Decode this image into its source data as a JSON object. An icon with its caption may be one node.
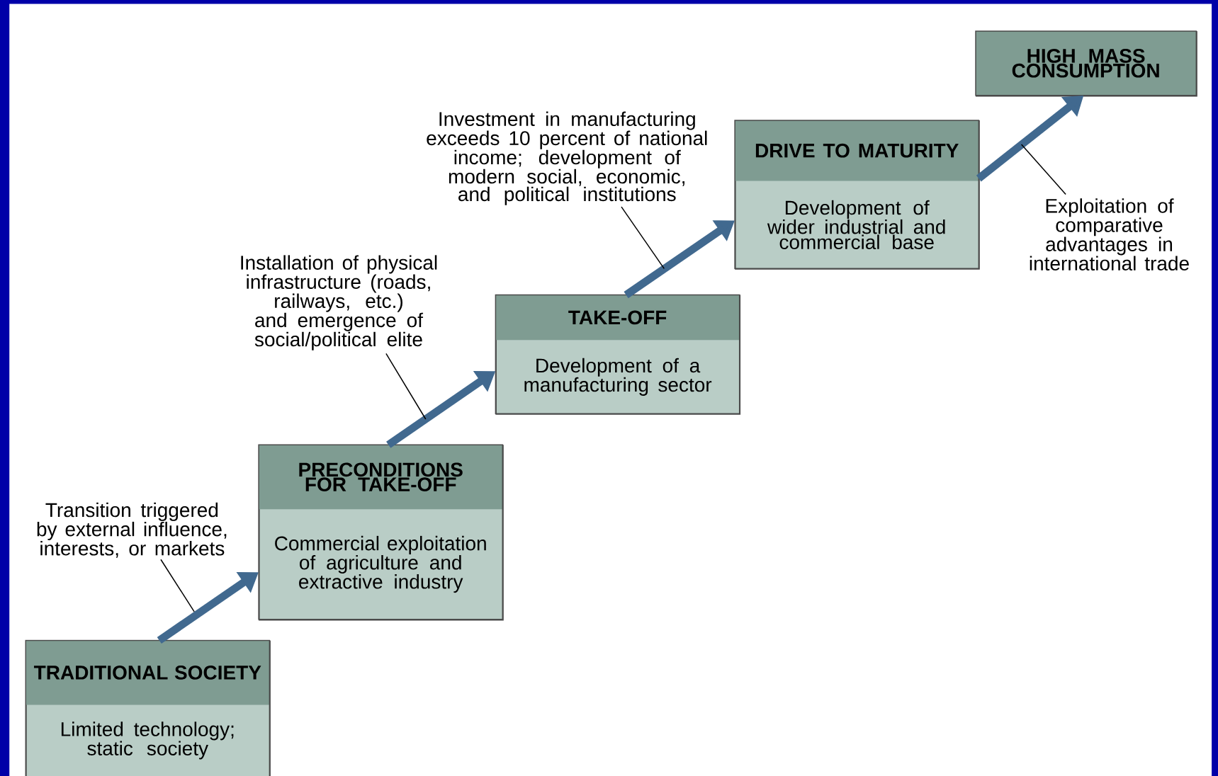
{
  "diagram": {
    "nodes": [
      {
        "text": [
          "TRADITIONAL SOCIETY",
          "Limited technology; static society"
        ]
      },
      {
        "text": [
          "PRECONDITIONS FOR TAKE-OFF",
          "Commercial exploitation of agriculture and extractive industry"
        ]
      },
      {
        "text": [
          "TAKE-OFF",
          "Development of a manufacturing sector"
        ]
      },
      {
        "text": [
          "DRIVE TO MATURITY",
          "Development of wider industrial and commercial base"
        ]
      },
      {
        "text": [
          "HIGH MASS CONSUMPTION"
        ]
      },
      {
        "text": [
          "Transition triggered by external influence, interests, or markets"
        ]
      },
      {
        "text": [
          "Installation of physical infrastructure (roads, railways, etc.) and emergence of social/political elite"
        ]
      },
      {
        "text": [
          "Investment in manufacturing exceeds 10 percent of national income; development of modern social, economic, and political institutions"
        ]
      },
      {
        "text": [
          "Exploitation of comparative advantages in international trade"
        ]
      }
    ],
    "edges": [
      {
        "from": 0,
        "to": 1,
        "arrow": "to",
        "style": "thick",
        "color": "#41698f"
      },
      {
        "from": 1,
        "to": 2,
        "arrow": "to",
        "style": "thick",
        "color": "#41698f"
      },
      {
        "from": 2,
        "to": 3,
        "arrow": "to",
        "style": "thick",
        "color": "#41698f"
      },
      {
        "from": 3,
        "to": 4,
        "arrow": "to",
        "style": "thick",
        "color": "#41698f"
      },
      {
        "from": 5,
        "to": null,
        "arrow": "none",
        "color": "#000000"
      },
      {
        "from": 6,
        "to": null,
        "arrow": "none",
        "color": "#000000"
      },
      {
        "from": 7,
        "to": null,
        "arrow": "none",
        "color": "#000000"
      },
      {
        "from": 8,
        "to": null,
        "arrow": "none",
        "color": "#000000"
      }
    ]
  }
}
